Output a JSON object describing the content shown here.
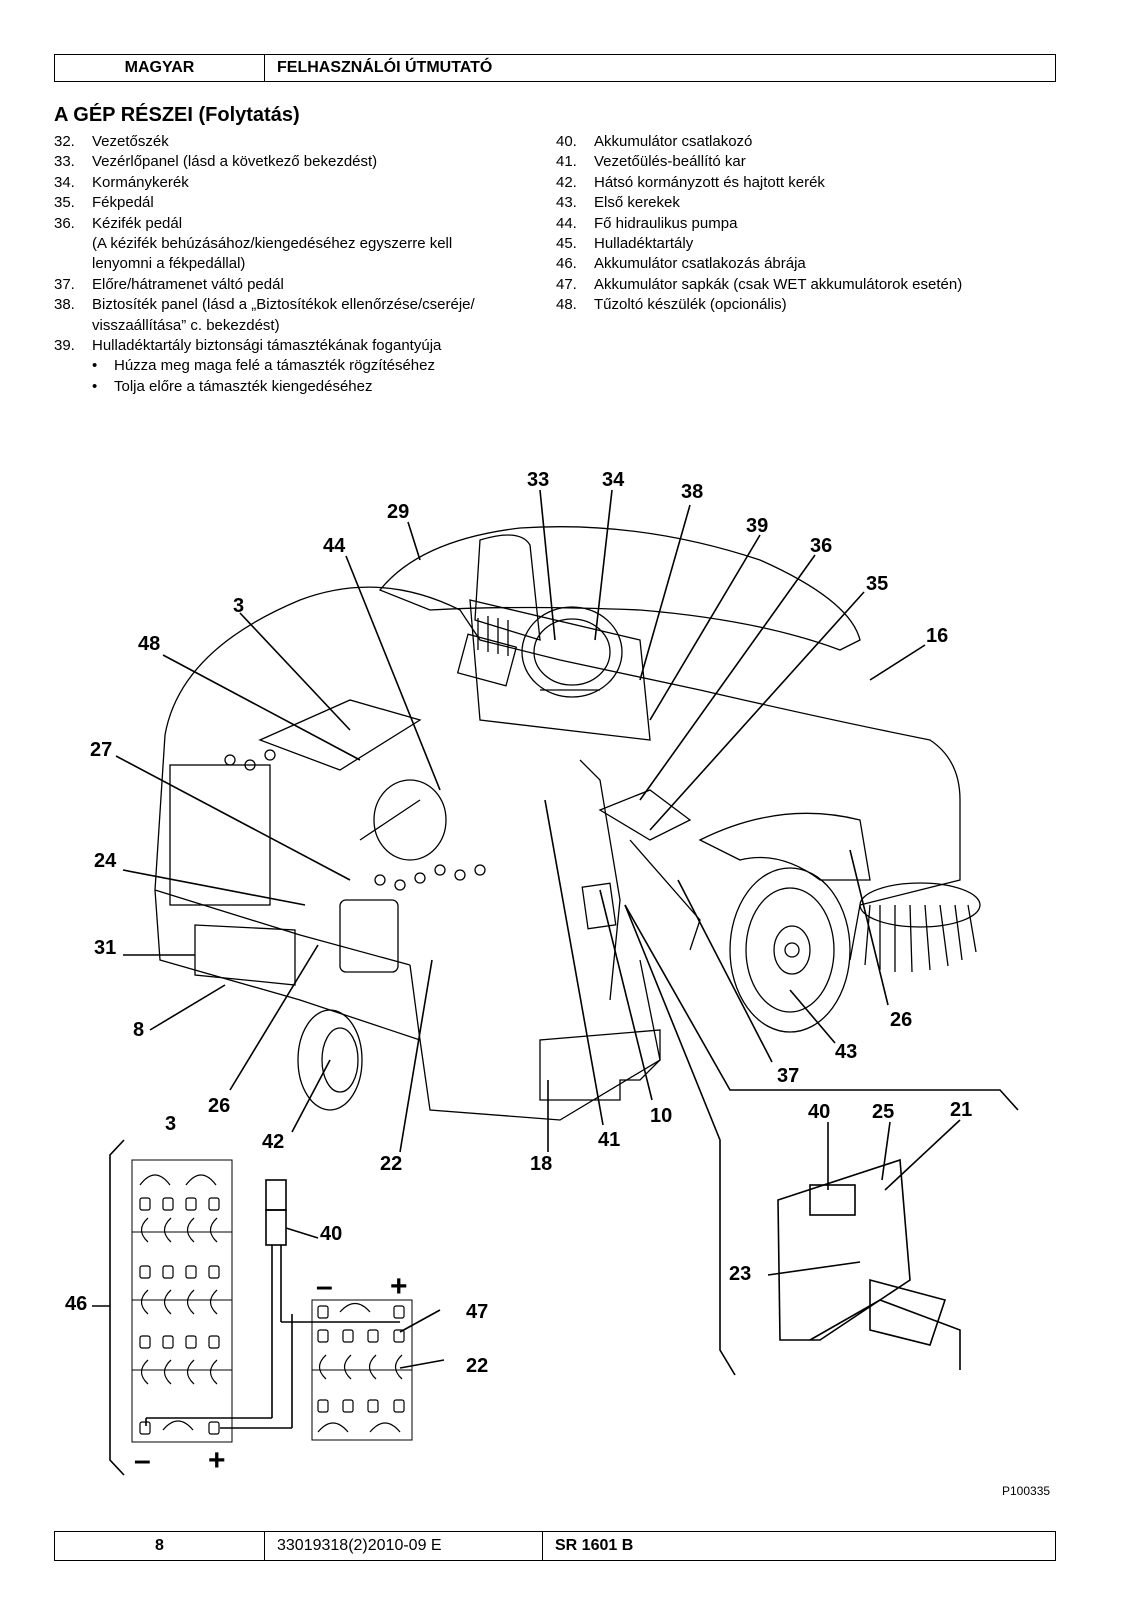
{
  "header": {
    "language": "MAGYAR",
    "doc_title": "FELHASZNÁLÓI ÚTMUTATÓ"
  },
  "section_title": "A GÉP RÉSZEI (Folytatás)",
  "list_left": [
    {
      "num": "32.",
      "text": "Vezetőszék"
    },
    {
      "num": "33.",
      "text": "Vezérlőpanel (lásd a következő bekezdést)"
    },
    {
      "num": "34.",
      "text": "Kormánykerék"
    },
    {
      "num": "35.",
      "text": "Fékpedál"
    },
    {
      "num": "36.",
      "text": "Kézifék pedál"
    },
    {
      "num": "",
      "text": "(A kézifék behúzásához/kiengedéséhez egyszerre kell"
    },
    {
      "num": "",
      "text": "lenyomni a fékpedállal)"
    },
    {
      "num": "37.",
      "text": "Előre/hátramenet váltó pedál"
    },
    {
      "num": "38.",
      "text": "Biztosíték panel (lásd a „Biztosítékok ellenőrzése/cseréje/"
    },
    {
      "num": "",
      "text": "visszaállítása” c. bekezdést)"
    },
    {
      "num": "39.",
      "text": "Hulladéktartály biztonsági támasztékának fogantyúja"
    }
  ],
  "list_left_bullets": [
    "Húzza meg maga felé a támaszték rögzítéséhez",
    "Tolja előre a támaszték kiengedéséhez"
  ],
  "list_right": [
    {
      "num": "40.",
      "text": "Akkumulátor csatlakozó"
    },
    {
      "num": "41.",
      "text": "Vezetőülés-beállító kar"
    },
    {
      "num": "42.",
      "text": "Hátsó kormányzott és hajtott kerék"
    },
    {
      "num": "43.",
      "text": "Első kerekek"
    },
    {
      "num": "44.",
      "text": "Fő hidraulikus pumpa"
    },
    {
      "num": "45.",
      "text": "Hulladéktartály"
    },
    {
      "num": "46.",
      "text": "Akkumulátor csatlakozás ábrája"
    },
    {
      "num": "47.",
      "text": "Akkumulátor sapkák (csak WET akkumulátorok esetén)"
    },
    {
      "num": "48.",
      "text": "Tűzoltó készülék (opcionális)"
    }
  ],
  "figure": {
    "callouts": {
      "c33": "33",
      "c34": "34",
      "c38": "38",
      "c29": "29",
      "c39": "39",
      "c44": "44",
      "c36": "36",
      "c35": "35",
      "c3": "3",
      "c16": "16",
      "c48": "48",
      "c27": "27",
      "c24": "24",
      "c31": "31",
      "c8": "8",
      "c26a": "26",
      "c26b": "26",
      "c43": "43",
      "c37": "37",
      "c10": "10",
      "c41": "41",
      "c22a": "22",
      "c18": "18",
      "c42": "42",
      "c40a": "40",
      "c25": "25",
      "c21": "21",
      "c23": "23",
      "d3": "3",
      "d40": "40",
      "d47": "47",
      "d22": "22",
      "d46": "46"
    },
    "signs": {
      "minus": "–",
      "plus": "+"
    },
    "code": "P100335"
  },
  "footer": {
    "page": "8",
    "doc_code": "33019318(2)2010-09 E",
    "model": "SR 1601 B"
  }
}
